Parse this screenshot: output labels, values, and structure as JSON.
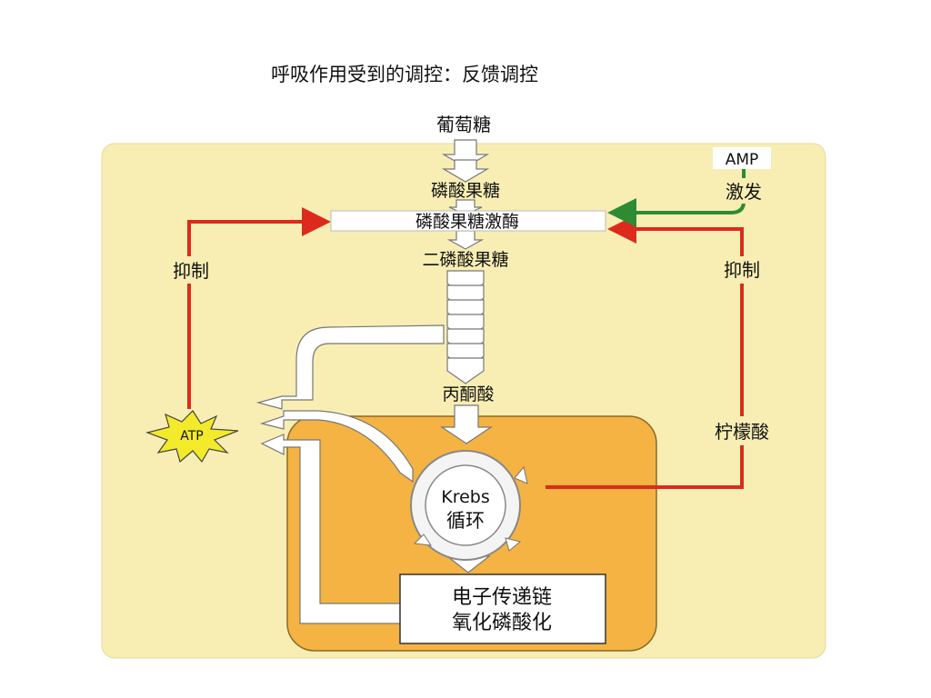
{
  "title": "呼吸作用受到的调控：反馈调控",
  "nodes": {
    "glucose": "葡萄糖",
    "f6p": "磷酸果糖",
    "pfk": "磷酸果糖激酶",
    "fbp": "二磷酸果糖",
    "pyruvate": "丙酮酸",
    "krebs_en": "Krebs",
    "krebs_cn": "循环",
    "etc_line1": "电子传递链",
    "etc_line2": "氧化磷酸化",
    "atp": "ATP",
    "amp": "AMP",
    "citrate": "柠檬酸"
  },
  "effects": {
    "activate": "激发",
    "inhibit_left": "抑制",
    "inhibit_right": "抑制"
  },
  "colors": {
    "background_panel": "#f8eeb4",
    "mitochondria": "#f4b342",
    "inhibit_arrow": "#dd2a1c",
    "activate_arrow": "#2e8b34",
    "atp_star": "#f2ea2a"
  }
}
